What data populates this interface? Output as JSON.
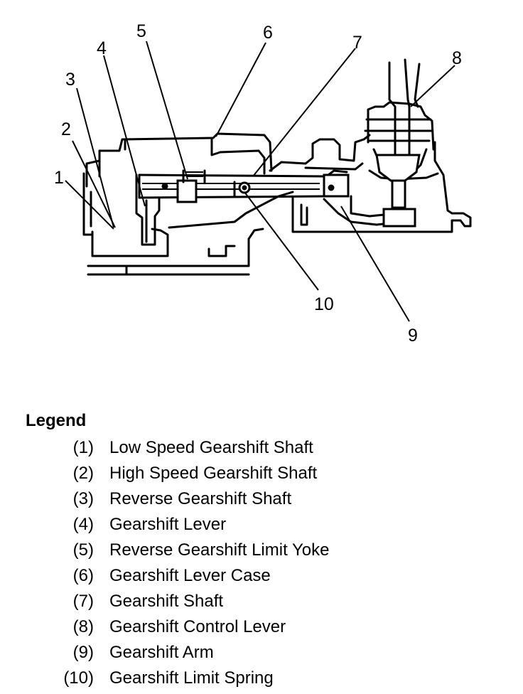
{
  "callouts": [
    "1",
    "2",
    "3",
    "4",
    "5",
    "6",
    "7",
    "8",
    "9",
    "10"
  ],
  "legend": {
    "title": "Legend",
    "items": [
      {
        "num": "(1)",
        "text": "Low Speed Gearshift Shaft"
      },
      {
        "num": "(2)",
        "text": "High Speed Gearshift Shaft"
      },
      {
        "num": "(3)",
        "text": "Reverse Gearshift Shaft"
      },
      {
        "num": "(4)",
        "text": "Gearshift Lever"
      },
      {
        "num": "(5)",
        "text": "Reverse Gearshift Limit Yoke"
      },
      {
        "num": "(6)",
        "text": "Gearshift Lever Case"
      },
      {
        "num": "(7)",
        "text": "Gearshift Shaft"
      },
      {
        "num": "(8)",
        "text": "Gearshift Control Lever"
      },
      {
        "num": "(9)",
        "text": "Gearshift Arm"
      },
      {
        "num": "(10)",
        "text": "Gearshift Limit Spring"
      }
    ]
  }
}
